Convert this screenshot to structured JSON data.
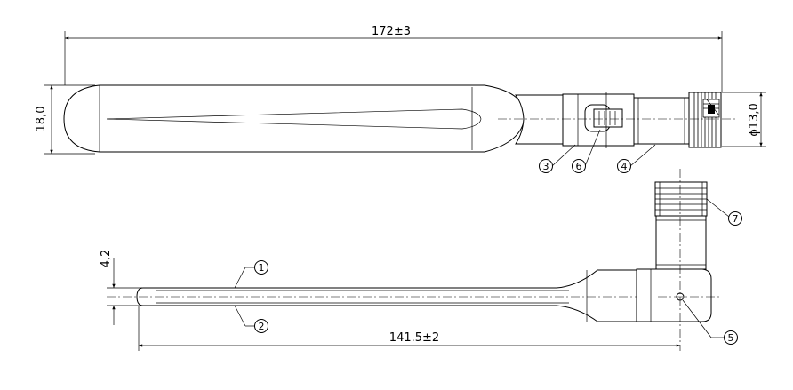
{
  "dimensions": {
    "overall_length": "172±3",
    "blade_width": "18,0",
    "connector_diameter": "ϕ13,0",
    "thickness": "4,2",
    "side_length": "141.5±2"
  },
  "callouts": [
    "1",
    "2",
    "3",
    "4",
    "5",
    "6",
    "7"
  ]
}
